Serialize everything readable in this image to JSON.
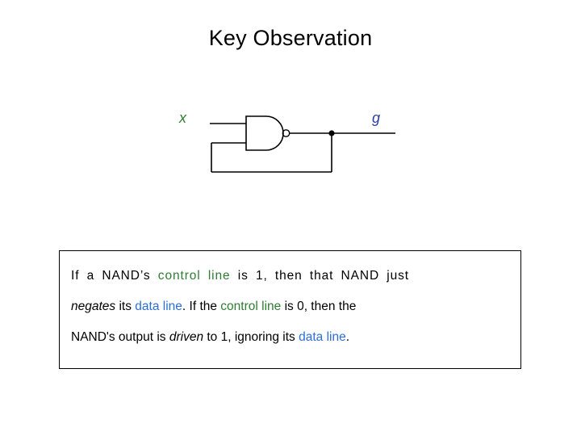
{
  "slide": {
    "title": "Key Observation",
    "diagram": {
      "input_label": "x",
      "output_label": "g",
      "gate_type": "NAND",
      "colors": {
        "input_label": "#2e7d32",
        "output_label": "#2b3fa0",
        "wire": "#000000"
      }
    },
    "note": {
      "line1": {
        "seg1": "If a NAND’s ",
        "seg2": "control line",
        "seg3": " is 1, then that NAND just"
      },
      "line2": {
        "seg1": "negates",
        "seg2": " its ",
        "seg3": "data line",
        "seg4": ". If the ",
        "seg5": "control line",
        "seg6": " is 0, then the"
      },
      "line3": {
        "seg1": "NAND's output is ",
        "seg2": "driven",
        "seg3": " to 1, ignoring its ",
        "seg4": "data line",
        "seg5": "."
      },
      "colors": {
        "green": "#2e7d32",
        "blue": "#2b6fd6",
        "text": "#000000",
        "border": "#000000"
      }
    }
  }
}
